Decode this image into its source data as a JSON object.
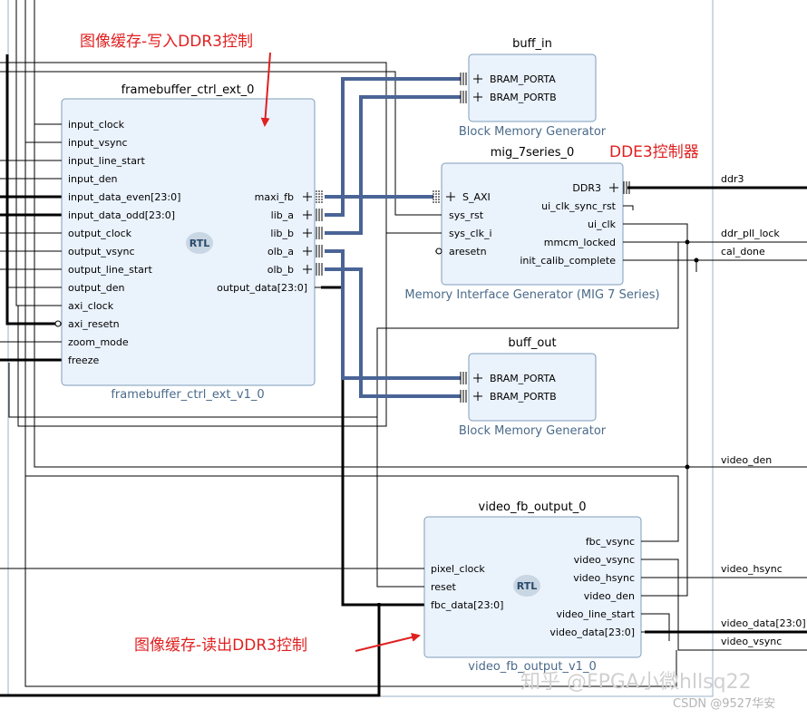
{
  "annotations": {
    "write": "图像缓存-写入DDR3控制",
    "ctrl": "DDE3控制器",
    "read": "图像缓存-读出DDR3控制"
  },
  "watermark": {
    "zhihu": "知乎 @FPGA小微hllsq22",
    "csdn": "CSDN @9527华安"
  },
  "blocks": {
    "framebuffer": {
      "name": "framebuffer_ctrl_ext_0",
      "module": "framebuffer_ctrl_ext_v1_0",
      "inputs": [
        "input_clock",
        "input_vsync",
        "input_line_start",
        "input_den",
        "input_data_even[23:0]",
        "input_data_odd[23:0]",
        "output_clock",
        "output_vsync",
        "output_line_start",
        "output_den",
        "axi_clock",
        "axi_resetn",
        "zoom_mode",
        "freeze"
      ],
      "outputs": [
        "maxi_fb",
        "lib_a",
        "lib_b",
        "olb_a",
        "olb_b",
        "output_data[23:0]"
      ]
    },
    "buff_in": {
      "name": "buff_in",
      "module": "Block Memory Generator",
      "ports": [
        "BRAM_PORTA",
        "BRAM_PORTB"
      ]
    },
    "mig": {
      "name": "mig_7series_0",
      "module": "Memory Interface Generator (MIG 7 Series)",
      "inputs": [
        "S_AXI",
        "sys_rst",
        "sys_clk_i",
        "aresetn"
      ],
      "outputs": [
        "DDR3",
        "ui_clk_sync_rst",
        "ui_clk",
        "mmcm_locked",
        "init_calib_complete"
      ]
    },
    "buff_out": {
      "name": "buff_out",
      "module": "Block Memory Generator",
      "ports": [
        "BRAM_PORTA",
        "BRAM_PORTB"
      ]
    },
    "video": {
      "name": "video_fb_output_0",
      "module": "video_fb_output_v1_0",
      "inputs": [
        "pixel_clock",
        "reset",
        "fbc_data[23:0]"
      ],
      "outputs": [
        "fbc_vsync",
        "video_vsync",
        "video_hsync",
        "video_den",
        "video_line_start",
        "video_data[23:0]"
      ]
    }
  },
  "external_ports": [
    "ddr3",
    "ddr_pll_lock",
    "cal_done",
    "video_den",
    "video_hsync",
    "video_data[23:0]",
    "video_vsync"
  ],
  "rtl_badge": "RTL",
  "colors": {
    "block_fill": "#eaf2fc",
    "block_border": "#7f9db9",
    "bus": "#4a6496",
    "annotation": "#e02020"
  }
}
